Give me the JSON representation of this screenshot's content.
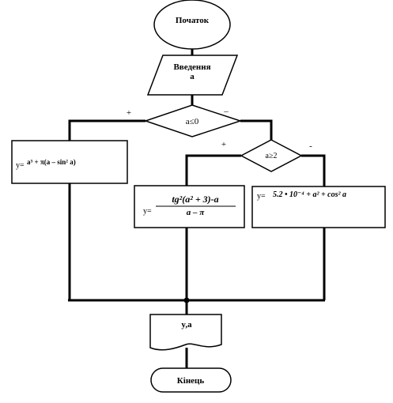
{
  "start": {
    "label": "Початок"
  },
  "input": {
    "line1": "Введення",
    "line2": "a"
  },
  "decision1": {
    "label": "a≤0",
    "yes": "+",
    "no": "–"
  },
  "decision2": {
    "label": "a≥2",
    "yes": "+",
    "no": "-"
  },
  "process_left": {
    "prefix": "y=",
    "formula": "a³ + π(a – sin² a)"
  },
  "process_mid": {
    "prefix": "y=",
    "numerator": "tg²(a² + 3)-a",
    "denominator": "a – π"
  },
  "process_right": {
    "prefix": "y=",
    "formula": "5.2 • 10⁻⁴ + a² + cos² a"
  },
  "output": {
    "label": "y,a"
  },
  "end": {
    "label": "Кінець"
  },
  "colors": {
    "line": "#000000",
    "background": "#ffffff"
  }
}
